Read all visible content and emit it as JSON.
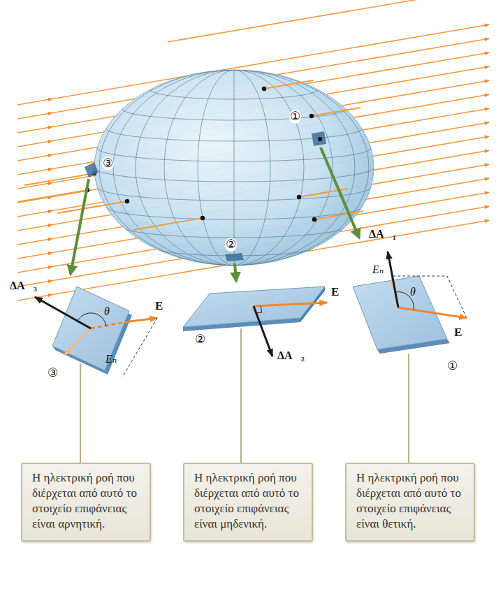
{
  "diagram": {
    "nodes": [
      {
        "text": [
          "Η ηλεκτρική ροή που διέρχεται από αυτό το στοιχείο επιφάνειας είναι αρνητική."
        ]
      },
      {
        "text": [
          "Η ηλεκτρική ροή που διέρχεται από αυτό το στοιχείο επιφάνειας είναι μηδενική."
        ]
      },
      {
        "text": [
          "Η ηλεκτρική ροή που διέρχεται από αυτό το στοιχείο επιφάνειας είναι θετική."
        ]
      }
    ],
    "labels": [
      "①",
      "③",
      "②",
      "ΔA⃗₃",
      "θ",
      "E⃗",
      "Eₙ",
      "③",
      "E⃗",
      "②",
      "ΔA⃗₂",
      "ΔA⃗₁",
      "Eₙ",
      "θ",
      "E⃗",
      "①"
    ]
  }
}
